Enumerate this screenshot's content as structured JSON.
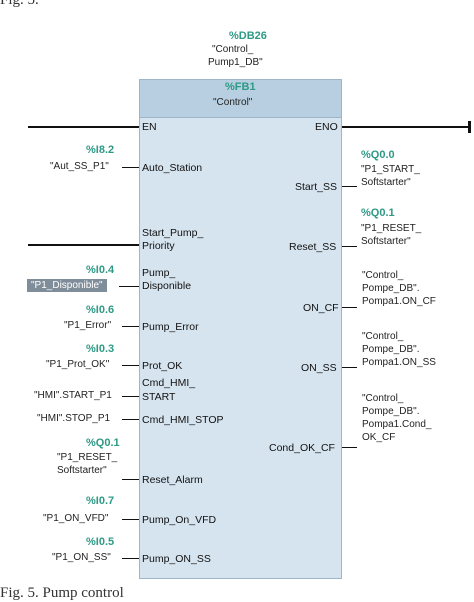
{
  "caption_top": "Fig. 5.",
  "caption_bottom": "Fig. 5.  Pump control",
  "instance_db": {
    "address": "%DB26",
    "name_line1": "\"Control_",
    "name_line2": "Pump1_DB\""
  },
  "block": {
    "address": "%FB1",
    "name": "\"Control\""
  },
  "inputs": [
    {
      "pin": "EN"
    },
    {
      "pin": "Auto_Station",
      "address": "%I8.2",
      "symbol": "\"Aut_SS_P1\""
    },
    {
      "pin_line1": "Start_Pump_",
      "pin_line2": "Priority"
    },
    {
      "pin_line1": "Pump_",
      "pin_line2": "Disponible",
      "address": "%I0.4",
      "symbol": "\"P1_Disponible\""
    },
    {
      "pin": "Pump_Error",
      "address": "%I0.6",
      "symbol": "\"P1_Error\""
    },
    {
      "pin": "Prot_OK",
      "address": "%I0.3",
      "symbol": "\"P1_Prot_OK\""
    },
    {
      "pin_line1": "Cmd_HMI_",
      "pin_line2": "START",
      "symbol": "\"HMI\".START_P1"
    },
    {
      "pin": "Cmd_HMI_STOP",
      "symbol": "\"HMI\".STOP_P1"
    },
    {
      "pin": "Reset_Alarm",
      "address": "%Q0.1",
      "symbol_line1": "\"P1_RESET_",
      "symbol_line2": "Softstarter\""
    },
    {
      "pin": "Pump_On_VFD",
      "address": "%I0.7",
      "symbol": "\"P1_ON_VFD\""
    },
    {
      "pin": "Pump_ON_SS",
      "address": "%I0.5",
      "symbol": "\"P1_ON_SS\""
    }
  ],
  "outputs": [
    {
      "pin": "ENO"
    },
    {
      "pin": "Start_SS",
      "address": "%Q0.0",
      "symbol_line1": "\"P1_START_",
      "symbol_line2": "Softstarter\""
    },
    {
      "pin": "Reset_SS",
      "address": "%Q0.1",
      "symbol_line1": "\"P1_RESET_",
      "symbol_line2": "Softstarter\""
    },
    {
      "pin": "ON_CF",
      "symbol_line1": "\"Control_",
      "symbol_line2": "Pompe_DB\".",
      "symbol_line3": "Pompa1.ON_CF"
    },
    {
      "pin": "ON_SS",
      "symbol_line1": "\"Control_",
      "symbol_line2": "Pompe_DB\".",
      "symbol_line3": "Pompa1.ON_SS"
    },
    {
      "pin": "Cond_OK_CF",
      "symbol_line1": "\"Control_",
      "symbol_line2": "Pompe_DB\".",
      "symbol_line3": "Pompa1.Cond_",
      "symbol_line4": "OK_CF"
    }
  ]
}
